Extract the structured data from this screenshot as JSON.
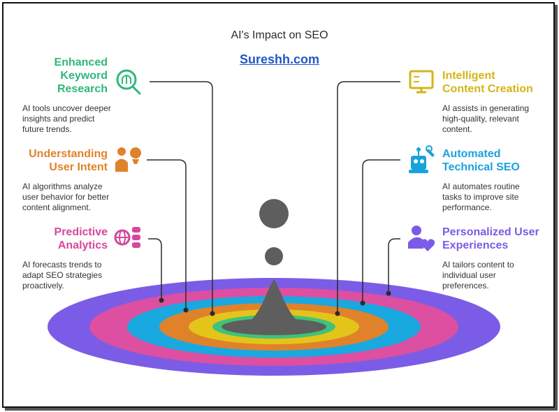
{
  "title": "AI's Impact on SEO",
  "site": "Sureshh.com",
  "colors": {
    "purple": "#7b5ce6",
    "pink": "#dc4fa1",
    "blue": "#1aa8e0",
    "orange": "#e0822a",
    "yellow": "#e3c51a",
    "green": "#3fc27b",
    "gray": "#5e5e5e"
  },
  "items": [
    {
      "heading": [
        "Enhanced",
        "Keyword",
        "Research"
      ],
      "desc": [
        "AI tools uncover deeper",
        "insights and predict",
        "future trends."
      ],
      "color": "#2fb77a",
      "icon": "keyword-search-icon"
    },
    {
      "heading": [
        "Understanding",
        "User Intent"
      ],
      "desc": [
        "AI algorithms analyze",
        "user behavior for better",
        "content alignment."
      ],
      "color": "#e0822a",
      "icon": "user-intent-icon"
    },
    {
      "heading": [
        "Predictive",
        "Analytics"
      ],
      "desc": [
        "AI forecasts trends to",
        "adapt SEO strategies",
        "proactively."
      ],
      "color": "#d6479a",
      "icon": "analytics-icon"
    },
    {
      "heading": [
        "Intelligent",
        "Content Creation"
      ],
      "desc": [
        "AI assists in generating",
        "high-quality, relevant",
        "content."
      ],
      "color": "#d4b516",
      "icon": "content-creation-icon"
    },
    {
      "heading": [
        "Automated",
        "Technical SEO"
      ],
      "desc": [
        "AI automates routine",
        "tasks to improve site",
        "performance."
      ],
      "color": "#1aa2dc",
      "icon": "robot-icon"
    },
    {
      "heading": [
        "Personalized User",
        "Experiences"
      ],
      "desc": [
        "AI tailors content to",
        "individual user",
        "preferences."
      ],
      "color": "#7b5ce6",
      "icon": "user-heart-icon"
    }
  ]
}
